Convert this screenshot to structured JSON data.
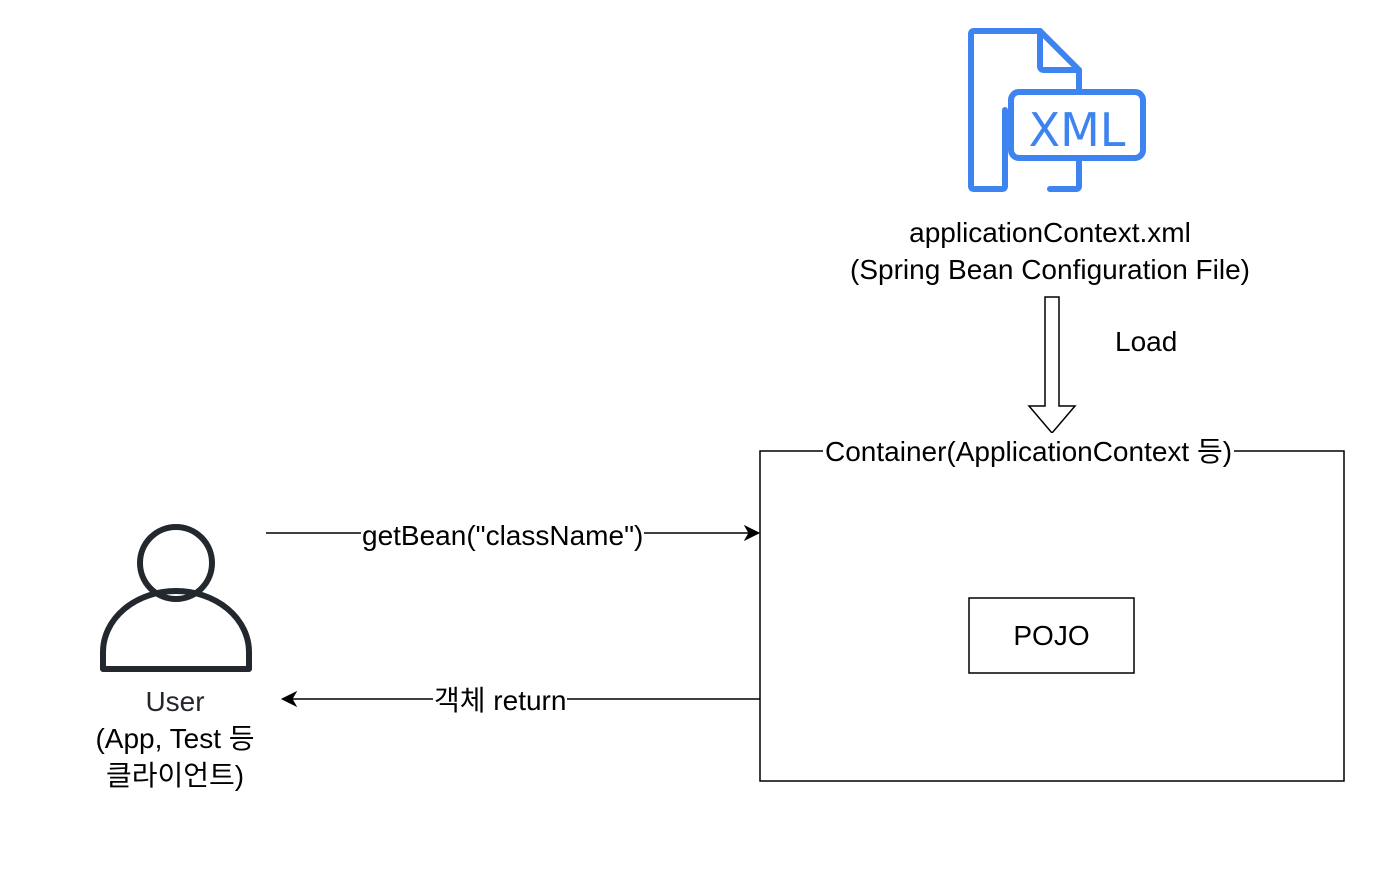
{
  "xml_file": {
    "icon_text": "XML",
    "name": "applicationContext.xml",
    "description": "(Spring Bean Configuration File)",
    "icon_color": "#3d84f0"
  },
  "load_arrow": {
    "label": "Load"
  },
  "container": {
    "title": "Container(ApplicationContext 등)",
    "inner_box_label": "POJO"
  },
  "user": {
    "name": "User",
    "description_line1": "(App, Test 등",
    "description_line2": "클라이언트)",
    "icon_color": "#23282f"
  },
  "request_arrow": {
    "label": "getBean(\"className\")"
  },
  "return_arrow": {
    "label": "객체 return"
  }
}
